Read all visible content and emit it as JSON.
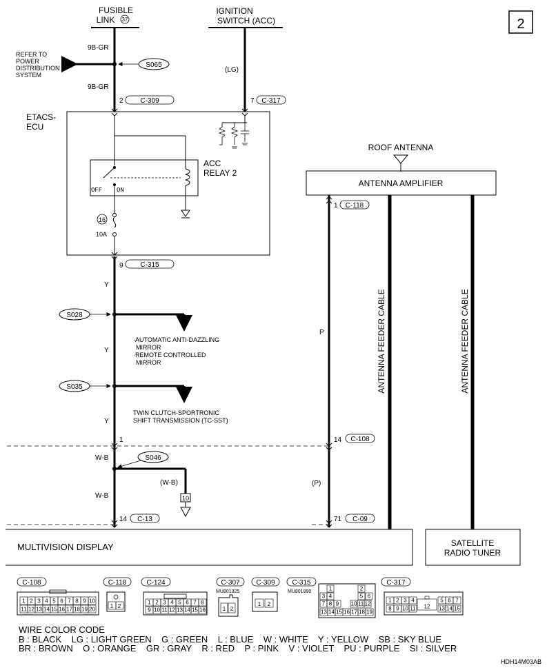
{
  "page": {
    "number": "2",
    "code": "HDH14M03AB"
  },
  "top_sources": {
    "fusible": {
      "line1": "FUSIBLE",
      "line2": "LINK",
      "num": "37"
    },
    "ignition": {
      "line1": "IGNITION",
      "line2": "SWITCH (ACC)"
    }
  },
  "refer": {
    "line1": "REFER TO",
    "line2": "POWER",
    "line3": "DISTRIBUTION",
    "line4": "SYSTEM"
  },
  "wires": {
    "w9bgr_a": "9B-GR",
    "w9bgr_b": "9B-GR",
    "lg": "(LG)",
    "y1": "Y",
    "y2": "Y",
    "y3": "Y",
    "wb1": "W-B",
    "wb2": "W-B",
    "wb3": "(W-B)",
    "p": "P",
    "p2": "(P)"
  },
  "splices": {
    "s065": "S065",
    "s028": "S028",
    "s035": "S035",
    "s046": "S046"
  },
  "pins": {
    "p309": {
      "pin": "2",
      "conn": "C-309"
    },
    "p317": {
      "pin": "7",
      "conn": "C-317"
    },
    "p315": {
      "pin": "9",
      "conn": "C-315"
    },
    "p118": {
      "pin": "1",
      "conn": "C-118"
    },
    "p1": {
      "pin": "1"
    },
    "p108": {
      "pin": "14",
      "conn": "C-108"
    },
    "p13": {
      "pin": "14",
      "conn": "C-13"
    },
    "p09": {
      "pin": "71",
      "conn": "C-09"
    }
  },
  "etacs": {
    "line1": "ETACS-",
    "line2": "ECU"
  },
  "relay": {
    "line1": "ACC",
    "line2": "RELAY 2",
    "off": "OFF",
    "on": "ON"
  },
  "fuse": {
    "num": "16",
    "amp": "10A"
  },
  "mirror": {
    "line1": "·AUTOMATIC ANTI-DAZZLING",
    "line2": "MIRROR",
    "line3": "·REMOTE CONTROLLED",
    "line4": "MIRROR"
  },
  "tcsst": {
    "line1": "TWIN CLUTCH-SPORTRONIC",
    "line2": "SHIFT TRANSMISSION (TC-SST)"
  },
  "antenna": {
    "roof": "ROOF ANTENNA",
    "amp": "ANTENNA AMPLIFIER",
    "cable1": "ANTENNA FEEDER CABLE",
    "cable2": "ANTENNA FEEDER CABLE"
  },
  "ground": {
    "num": "10"
  },
  "display": {
    "label": "MULTIVISION DISPLAY"
  },
  "tuner": {
    "line1": "SATELLITE",
    "line2": "RADIO TUNER"
  },
  "connectors": {
    "c108": {
      "label": "C-108",
      "row1": [
        "1",
        "2",
        "3",
        "4",
        "5",
        "6",
        "7",
        "8",
        "9",
        "10"
      ],
      "row2": [
        "11",
        "12",
        "13",
        "14",
        "15",
        "16",
        "17",
        "18",
        "19",
        "20"
      ]
    },
    "c118": {
      "label": "C-118",
      "pins": [
        "1",
        "2"
      ]
    },
    "c124": {
      "label": "C-124",
      "row1": [
        "1",
        "2",
        "3",
        "4",
        "5",
        "6",
        "7",
        "8"
      ],
      "row2": [
        "9",
        "10",
        "11",
        "12",
        "13",
        "14",
        "15",
        "16"
      ]
    },
    "c307": {
      "label": "C-307",
      "part": "MU801325",
      "pins": [
        "1",
        "2"
      ]
    },
    "c309": {
      "label": "C-309",
      "pins": [
        "1",
        "2"
      ]
    },
    "c315": {
      "label": "C-315",
      "part": "MU801890",
      "cells": [
        "1",
        "2",
        "3",
        "4",
        "5",
        "6",
        "7",
        "8",
        "9",
        "10",
        "11",
        "12",
        "13",
        "14",
        "15",
        "16",
        "17",
        "18",
        "19"
      ]
    },
    "c317": {
      "label": "C-317",
      "row1": [
        "1",
        "2",
        "3",
        "4",
        "5",
        "6",
        "7"
      ],
      "mid": "12",
      "row2": [
        "8",
        "9",
        "10",
        "11",
        "13",
        "14",
        "15"
      ]
    }
  },
  "color_code": {
    "title": "WIRE COLOR CODE",
    "line1": "B : BLACK    LG : LIGHT GREEN    G : GREEN    L : BLUE    W : WHITE    Y : YELLOW    SB : SKY BLUE",
    "line2": "BR : BROWN    O : ORANGE    GR : GRAY    R : RED    P : PINK    V : VIOLET    PU : PURPLE    SI : SILVER"
  }
}
